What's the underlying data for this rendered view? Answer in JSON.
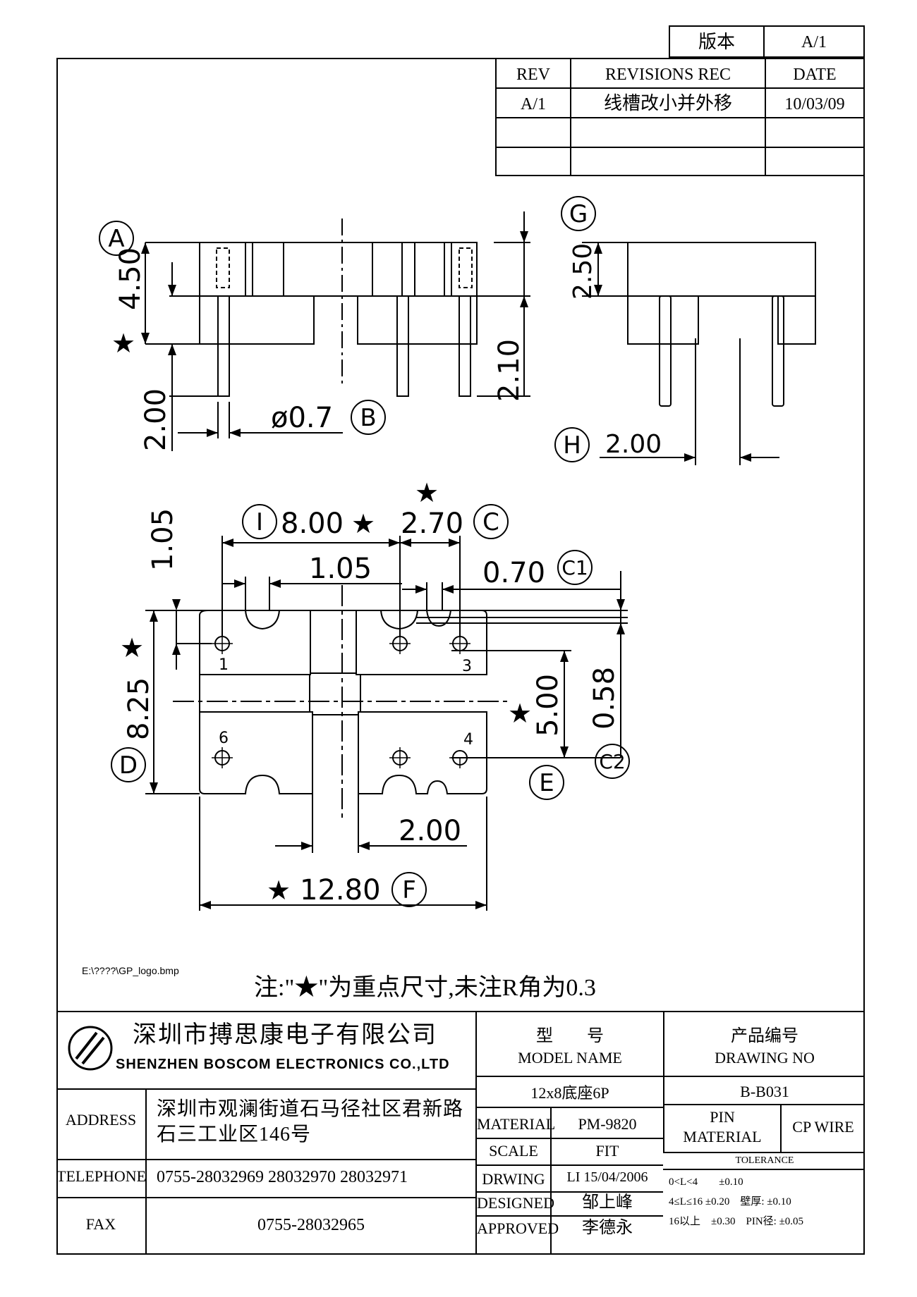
{
  "version_box": {
    "label": "版本",
    "value": "A/1"
  },
  "revisions": {
    "headers": [
      "REV",
      "REVISIONS REC",
      "DATE"
    ],
    "rows": [
      [
        "A/1",
        "线槽改小并外移",
        "10/03/09"
      ],
      [
        "",
        "",
        ""
      ],
      [
        "",
        "",
        ""
      ]
    ]
  },
  "dimensions": {
    "A": "A",
    "B": "B",
    "C": "C",
    "C1": "C1",
    "C2": "C2",
    "D": "D",
    "E": "E",
    "F": "F",
    "G": "G",
    "H": "H",
    "I": "I",
    "dim_4_50": "4.50",
    "dim_2_00_left": "2.00",
    "dim_phi": "ø0.7",
    "dim_2_10": "2.10",
    "dim_2_50": "2.50",
    "dim_2_00_side": "2.00",
    "dim_1_05_v": "1.05",
    "dim_8_00": "8.00",
    "dim_2_70": "2.70",
    "dim_1_05_h": "1.05",
    "dim_0_70": "0.70",
    "dim_8_25": "8.25",
    "dim_5_00": "5.00",
    "dim_0_58": "0.58",
    "dim_2_00_bottom": "2.00",
    "dim_12_80": "12.80",
    "pins": [
      "1",
      "3",
      "6",
      "4"
    ],
    "star": "★"
  },
  "logo_path": "E:\\????\\GP_logo.bmp",
  "note": "注:\"★\"为重点尺寸,未注R角为0.3",
  "company": {
    "cn": "深圳市搏思康电子有限公司",
    "en": "SHENZHEN BOSCOM ELECTRONICS CO.,LTD"
  },
  "title_block": {
    "model_label_cn": "型　　号",
    "model_label_en": "MODEL NAME",
    "model_value": "12x8底座6P",
    "drawing_label_cn": "产品编号",
    "drawing_label_en": "DRAWING NO",
    "drawing_value": "B-B031",
    "address_label": "ADDRESS",
    "address_line1": "深圳市观澜街道石马径社区君新路",
    "address_line2": "石三工业区146号",
    "telephone_label": "TELEPHONE",
    "telephone_value": "0755-28032969 28032970 28032971",
    "fax_label": "FAX",
    "fax_value": "0755-28032965",
    "material_label": "MATERIAL",
    "material_value": "PM-9820",
    "scale_label": "SCALE",
    "scale_value": "FIT",
    "drwing_label": "DRWING",
    "drwing_value": "LI 15/04/2006",
    "designed_label": "DESIGNED",
    "designed_value": "邹上峰",
    "approved_label": "APPROVED",
    "approved_value": "李德永",
    "pin_material_label1": "PIN",
    "pin_material_label2": "MATERIAL",
    "pin_material_value": "CP WIRE",
    "tolerance_label": "TOLERANCE",
    "tol_row1": "0<L<4　　±0.10",
    "tol_row2": "4≤L≤16 ±0.20　壁厚: ±0.10",
    "tol_row3": "16以上　±0.30　PIN径: ±0.05"
  }
}
